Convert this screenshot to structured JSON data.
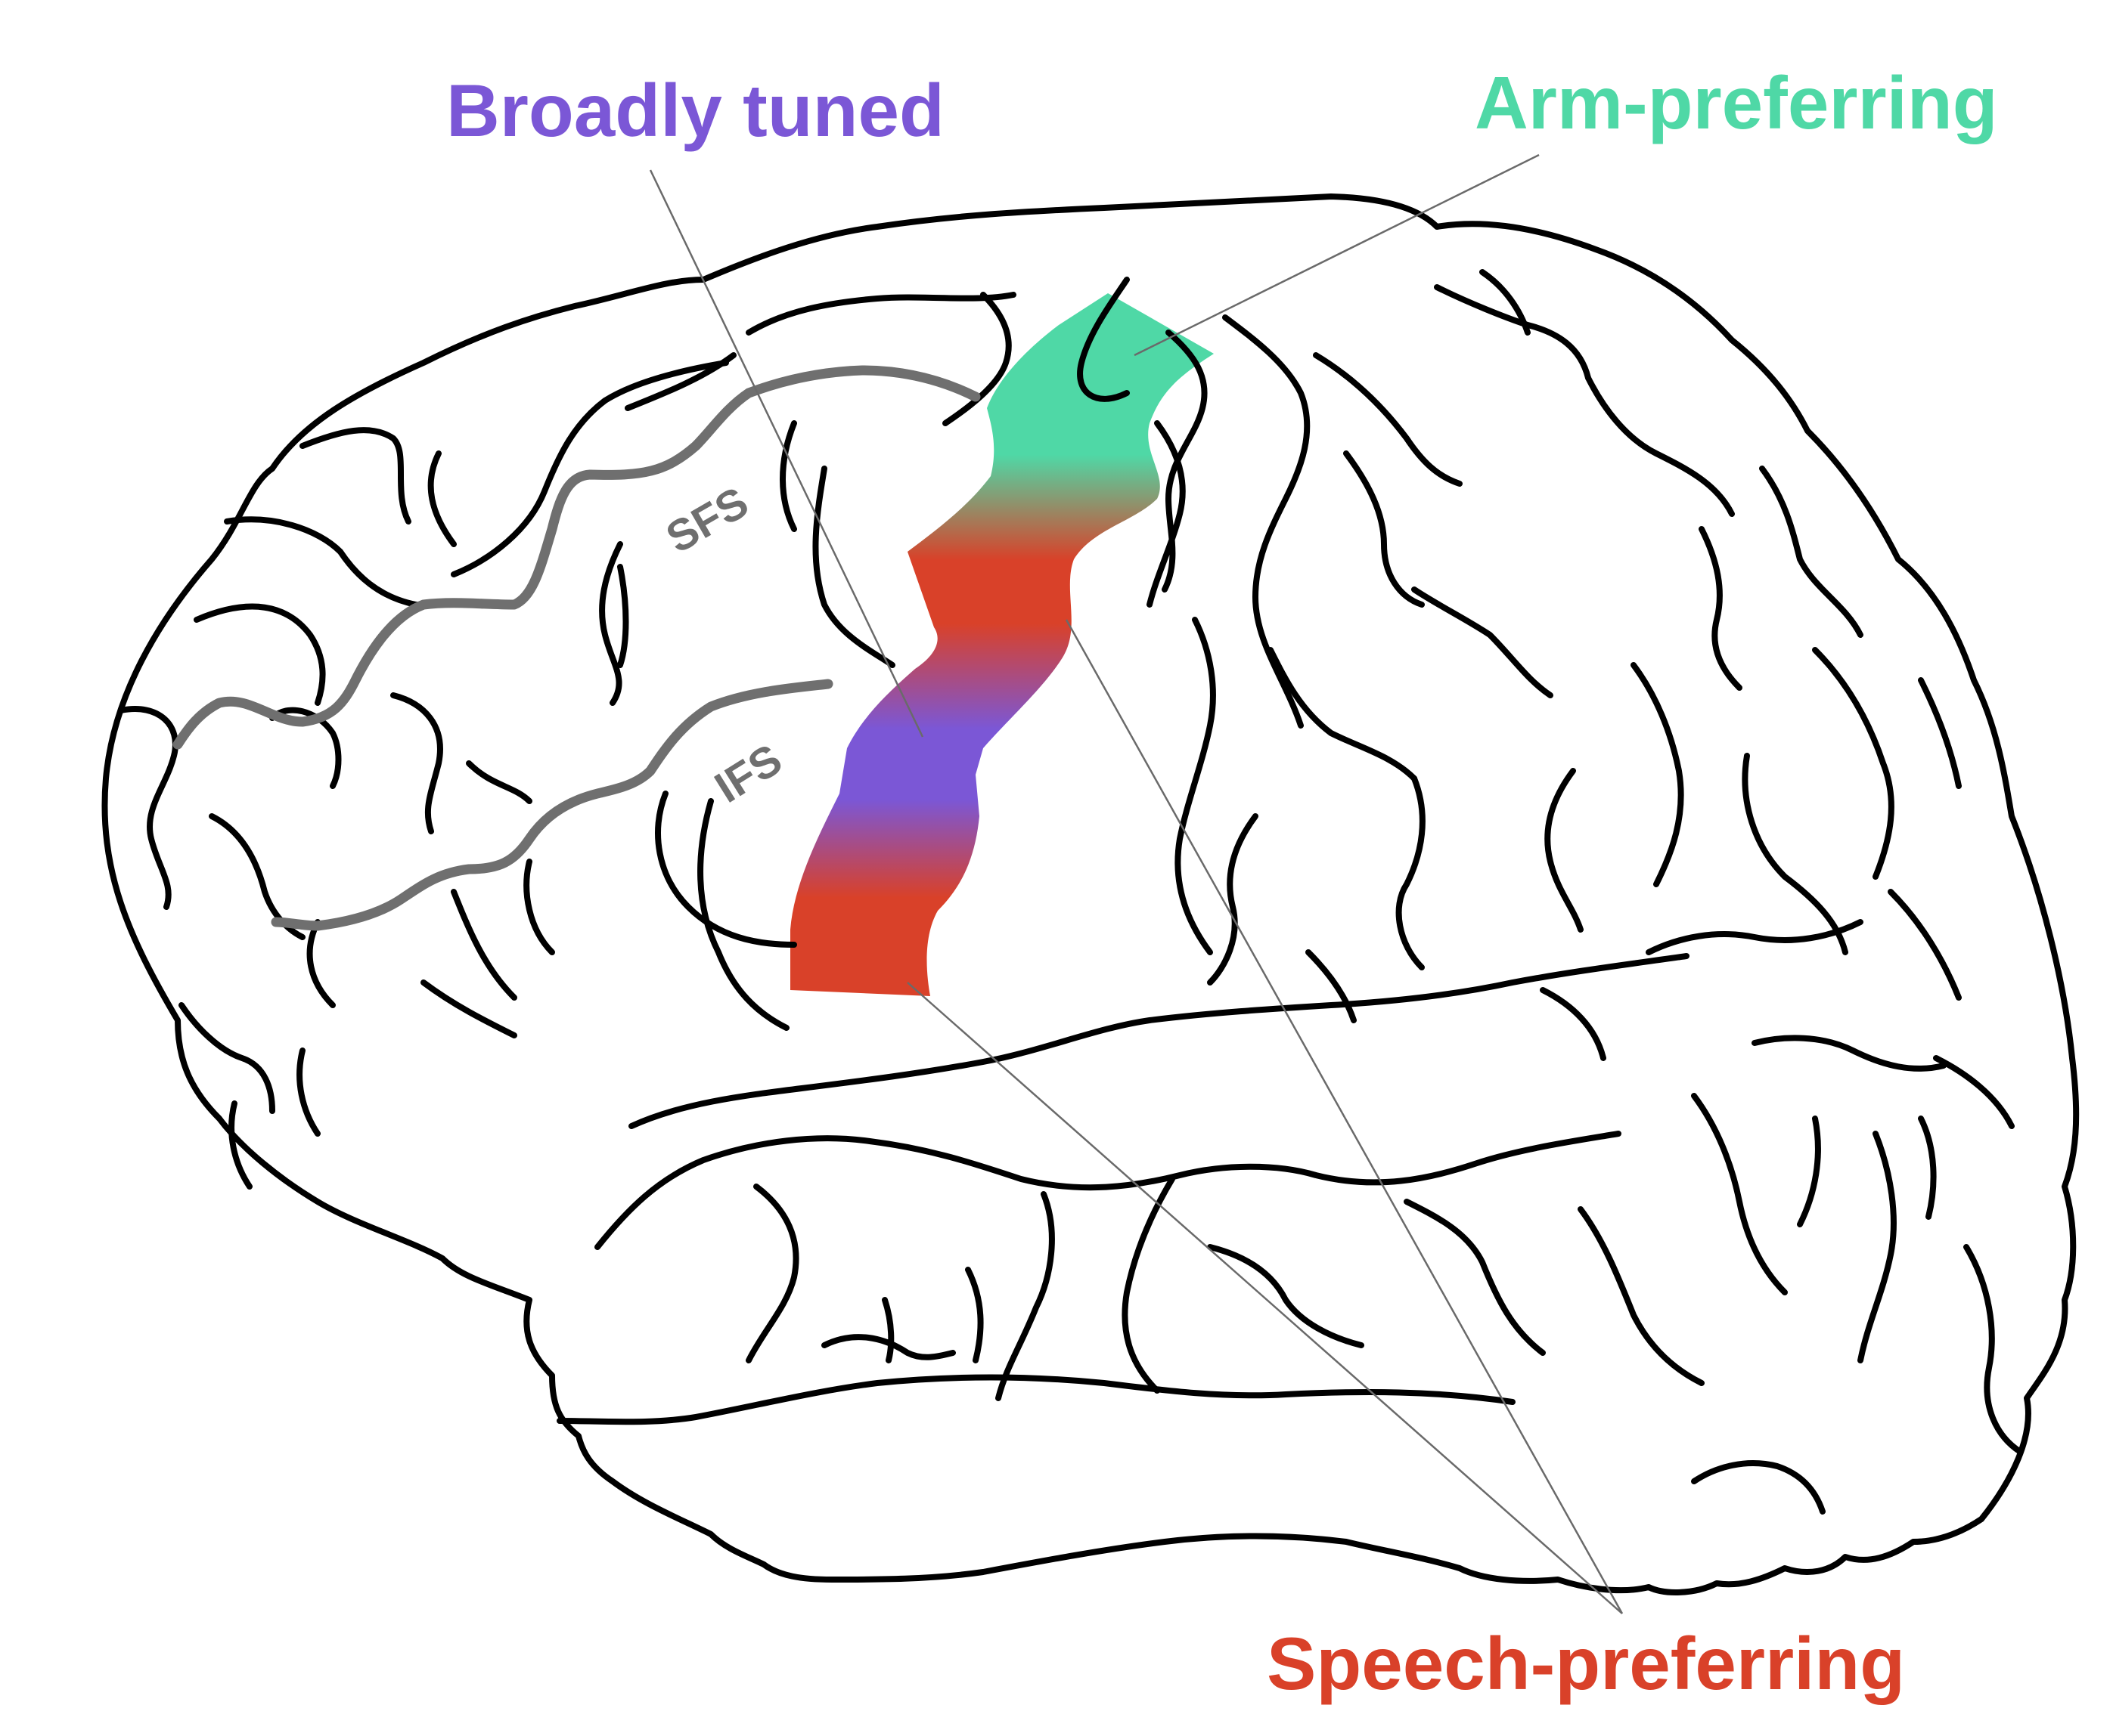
{
  "labels": {
    "broadly_tuned": "Broadly tuned",
    "arm_preferring": "Arm-preferring",
    "speech_preferring": "Speech-preferring",
    "sfs": "SFS",
    "ifs": "IFS"
  },
  "colors": {
    "broadly_tuned": "#7b57d6",
    "arm_preferring": "#4fd8a6",
    "speech_preferring": "#d94129",
    "sulcus": "#6f6f6f",
    "outline": "#000000"
  }
}
